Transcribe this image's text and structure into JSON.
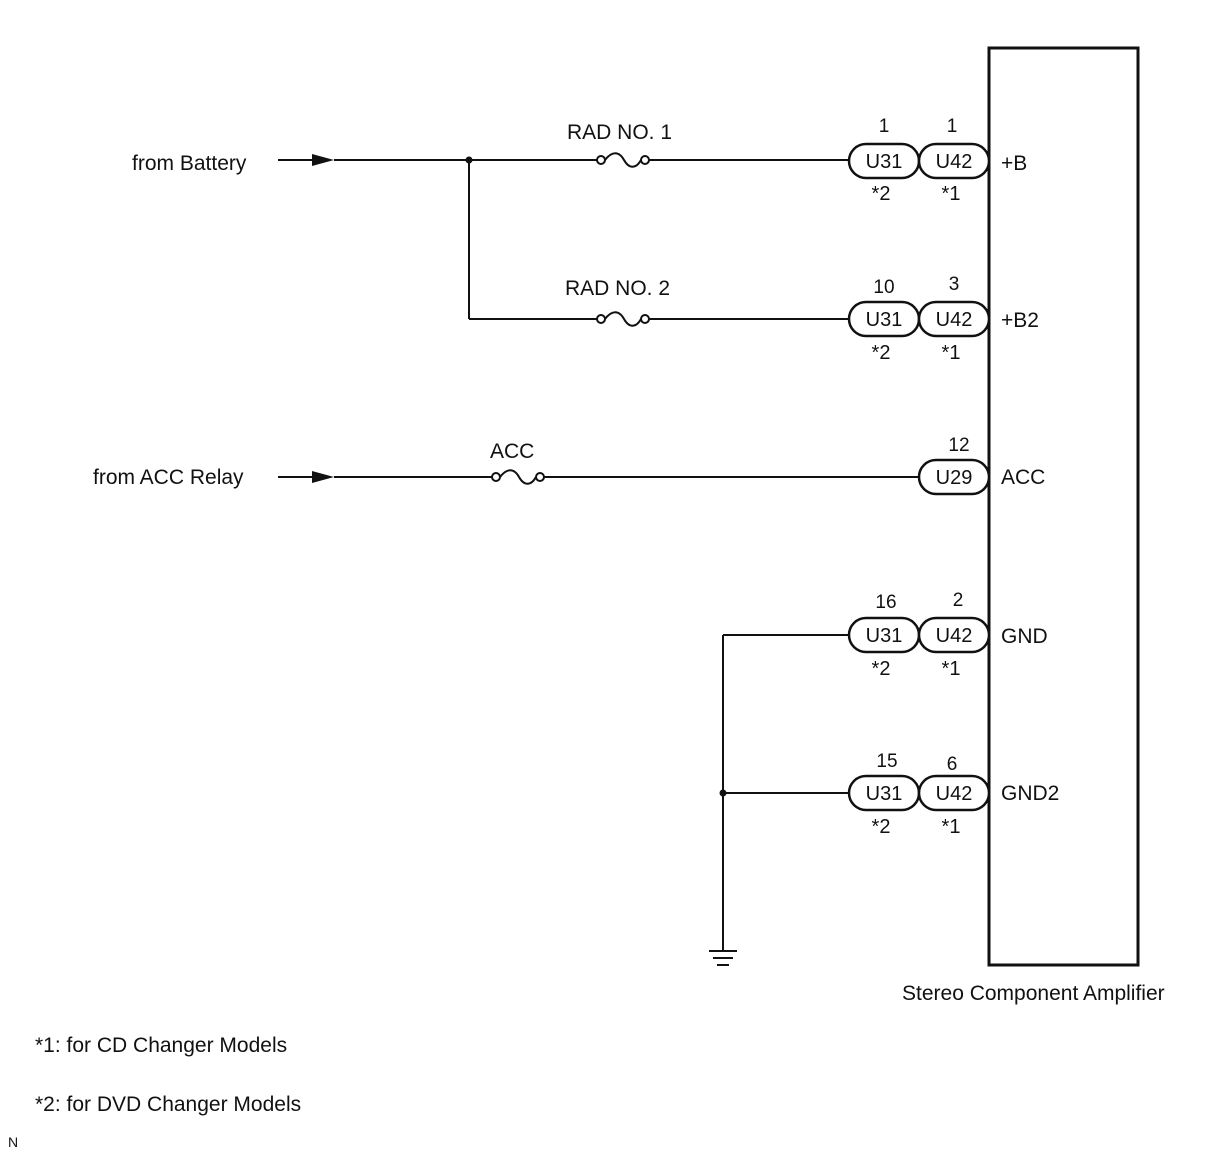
{
  "sources": {
    "battery": "from Battery",
    "acc_relay": "from ACC Relay"
  },
  "fuses": {
    "rad1": "RAD NO. 1",
    "rad2": "RAD NO. 2",
    "acc": "ACC"
  },
  "component": {
    "name": "Stereo Component Amplifier"
  },
  "terminals": {
    "b": {
      "label": "+B",
      "c1": "U31",
      "p1": "1",
      "n1": "*2",
      "c2": "U42",
      "p2": "1",
      "n2": "*1"
    },
    "b2": {
      "label": "+B2",
      "c1": "U31",
      "p1": "10",
      "n1": "*2",
      "c2": "U42",
      "p2": "3",
      "n2": "*1"
    },
    "acc": {
      "label": "ACC",
      "c2": "U29",
      "p2": "12"
    },
    "gnd": {
      "label": "GND",
      "c1": "U31",
      "p1": "16",
      "n1": "*2",
      "c2": "U42",
      "p2": "2",
      "n2": "*1"
    },
    "gnd2": {
      "label": "GND2",
      "c1": "U31",
      "p1": "15",
      "n1": "*2",
      "c2": "U42",
      "p2": "6",
      "n2": "*1"
    }
  },
  "notes": [
    "*1: for CD Changer Models",
    "*2: for DVD Changer Models"
  ],
  "corner_mark": "N"
}
